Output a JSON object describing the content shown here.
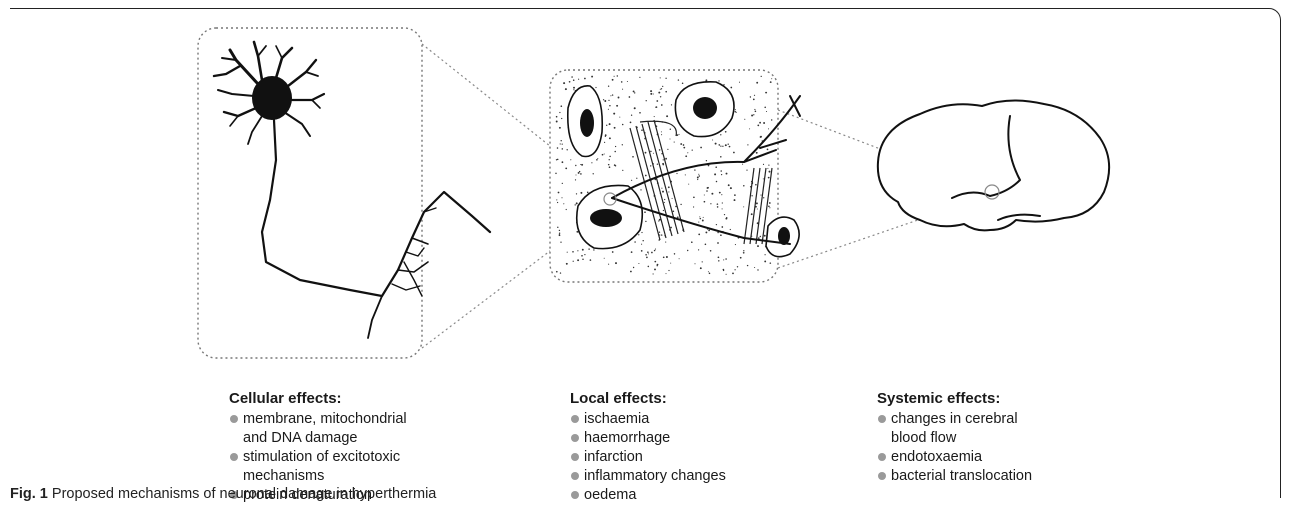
{
  "figure": {
    "caption_label": "Fig. 1",
    "caption_text": "Proposed mechanisms of neuronal damage in hyperthermia"
  },
  "columns": {
    "cellular": {
      "heading": "Cellular effects:",
      "items": [
        "membrane, mitochondrial\nand DNA damage",
        "stimulation of excitotoxic\nmechanisms",
        "protein denaturation"
      ]
    },
    "local": {
      "heading": "Local effects:",
      "items": [
        "ischaemia",
        "haemorrhage",
        "infarction",
        "inflammatory changes",
        "oedema"
      ]
    },
    "systemic": {
      "heading": "Systemic effects:",
      "items": [
        "changes in cerebral\nblood flow",
        "endotoxaemia",
        "bacterial translocation"
      ]
    }
  },
  "colors": {
    "ink": "#111111",
    "bullet": "#9a9a9a",
    "dotted": "#777777"
  }
}
